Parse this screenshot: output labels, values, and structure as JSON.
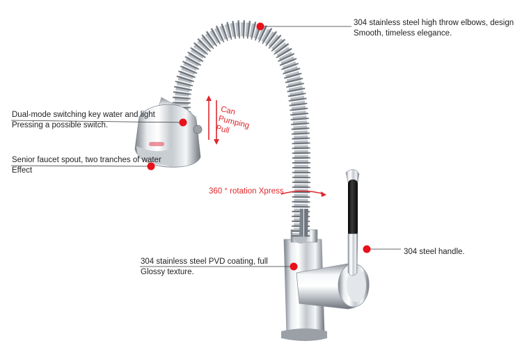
{
  "annotations": {
    "elbows": {
      "line1": "304 stainless steel high throw elbows, design",
      "line2": "Smooth, timeless elegance."
    },
    "switch_key": {
      "line1": "Dual-mode switching key water and light",
      "line2": "Pressing a possible switch."
    },
    "spout": {
      "line1": "Senior faucet spout, two tranches of water",
      "line2": "Effect"
    },
    "pvd_coating": {
      "line1": "304 stainless steel PVD coating, full",
      "line2": "Glossy texture."
    },
    "handle": {
      "line1": "304 steel handle."
    }
  },
  "pull": {
    "line1": "Can",
    "line2": "Pumping",
    "line3": "Pull"
  },
  "rotation": "360 ° rotation Xpress",
  "colors": {
    "accent_red": "#e0262b",
    "marker_red": "#e8101a",
    "text": "#222222",
    "chrome_light": "#f2f4f6",
    "chrome_dark": "#6b7178",
    "handle_black": "#1a1a1a"
  },
  "icons": {
    "marker": "red-dot-icon",
    "pull_indicator": "double-arrow-icon"
  }
}
